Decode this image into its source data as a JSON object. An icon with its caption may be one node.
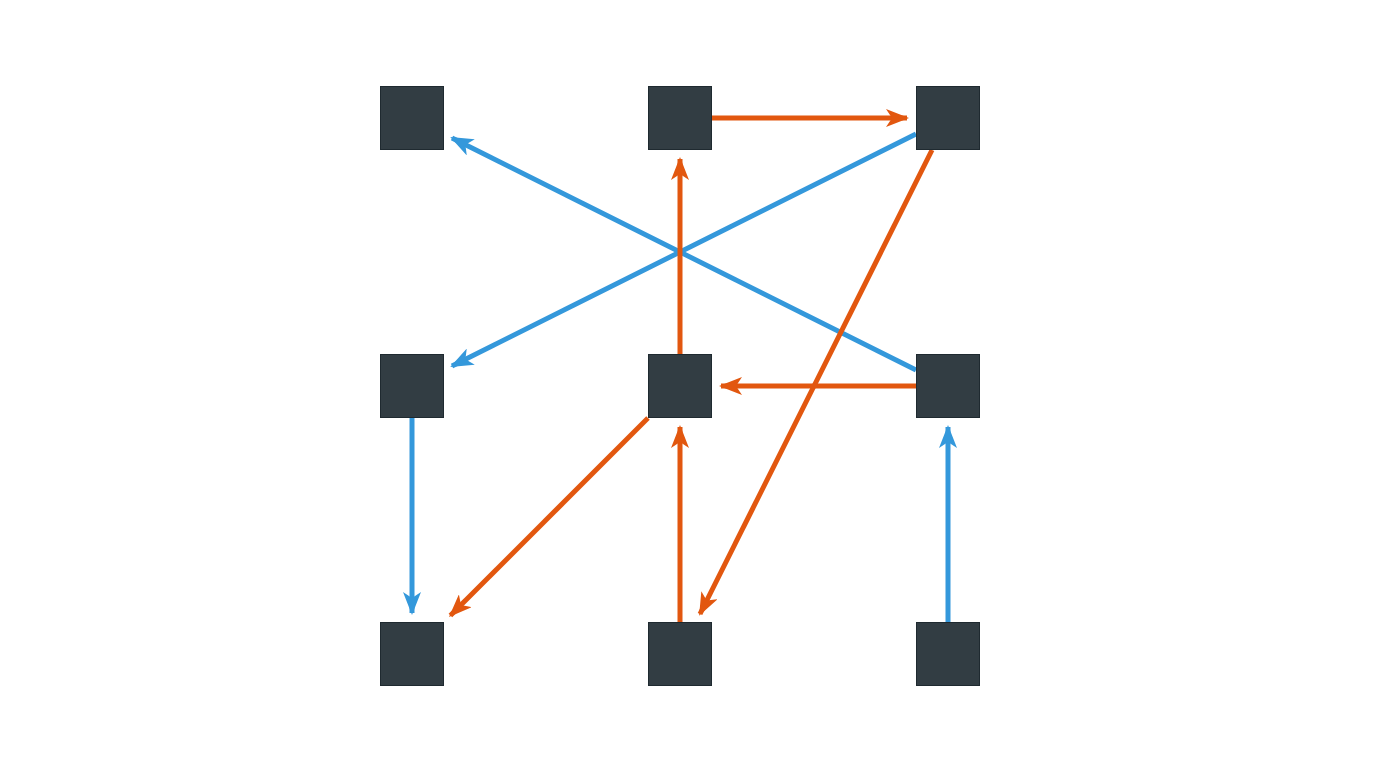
{
  "diagram": {
    "nodes": [
      {
        "text": [],
        "shape": "box"
      },
      {
        "text": [],
        "shape": "box"
      },
      {
        "text": [],
        "shape": "box"
      },
      {
        "text": [],
        "shape": "box"
      },
      {
        "text": [],
        "shape": "box"
      },
      {
        "text": [],
        "shape": "box"
      },
      {
        "text": [],
        "shape": "box"
      },
      {
        "text": [],
        "shape": "box"
      },
      {
        "text": [],
        "shape": "box"
      }
    ],
    "edges": [
      {
        "from": 1,
        "to": 2,
        "arrow": "to"
      },
      {
        "from": 5,
        "to": 0,
        "arrow": "to",
        "color": "#3498db"
      },
      {
        "from": 2,
        "to": 3,
        "arrow": "to",
        "color": "#3498db"
      },
      {
        "from": 4,
        "to": 1,
        "arrow": "to"
      },
      {
        "from": 2,
        "to": 7,
        "arrow": "to"
      },
      {
        "from": 5,
        "to": 4,
        "arrow": "to"
      },
      {
        "from": 3,
        "to": 6,
        "arrow": "to",
        "color": "#3498db"
      },
      {
        "from": 4,
        "to": 6,
        "arrow": "to"
      },
      {
        "from": 7,
        "to": 4,
        "arrow": "to"
      },
      {
        "from": 8,
        "to": 5,
        "arrow": "to",
        "color": "#3498db"
      }
    ]
  }
}
